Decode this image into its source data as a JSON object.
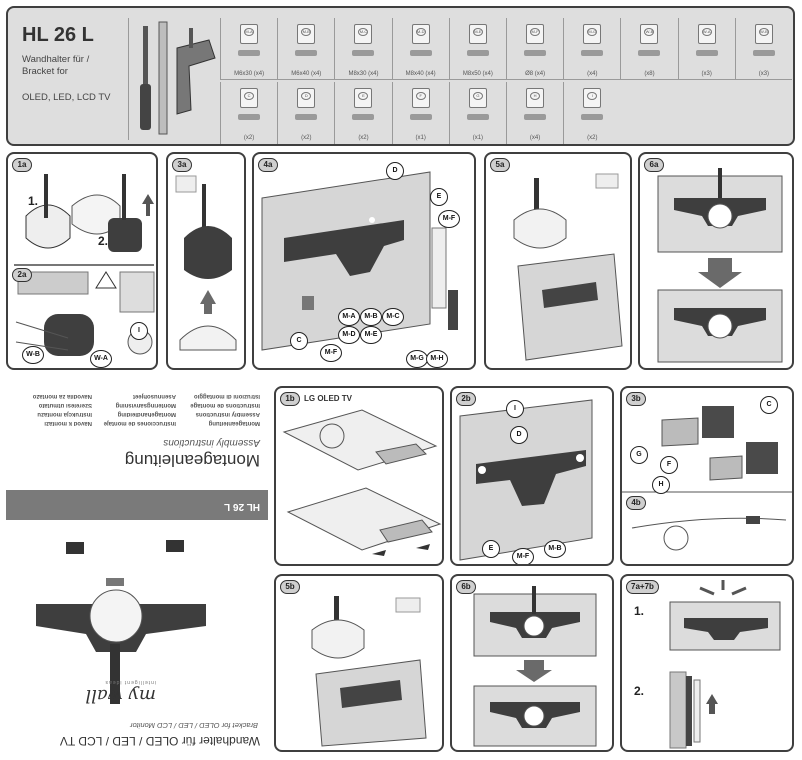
{
  "header": {
    "model": "HL 26 L",
    "subtitle_de": "Wandhalter für /",
    "subtitle_en": "Bracket for",
    "tv_types": "OLED, LED, LCD TV",
    "parts_top": [
      {
        "code": "M-A",
        "spec": "M6x30 (x4)"
      },
      {
        "code": "M-B",
        "spec": "M6x40 (x4)"
      },
      {
        "code": "M-C",
        "spec": "M8x30 (x4)"
      },
      {
        "code": "M-D",
        "spec": "M8x40 (x4)"
      },
      {
        "code": "M-E",
        "spec": "M8x50 (x4)"
      },
      {
        "code": "M-F",
        "spec": "Ø8 (x4)"
      },
      {
        "code": "M-G",
        "spec": "(x4)"
      },
      {
        "code": "W-B",
        "spec": "(x8)"
      },
      {
        "code": "W-A",
        "spec": "(x3)"
      },
      {
        "code": "W-B",
        "spec": "(x3)"
      }
    ],
    "parts_bottom": [
      {
        "code": "C",
        "spec": "(x2)"
      },
      {
        "code": "D",
        "spec": "(x2)"
      },
      {
        "code": "E",
        "spec": "(x2)"
      },
      {
        "code": "F",
        "spec": "(x1)"
      },
      {
        "code": "G",
        "spec": "(x1)"
      },
      {
        "code": "H",
        "spec": "(x4)"
      },
      {
        "code": "I",
        "spec": "(x2)"
      }
    ]
  },
  "steps": {
    "s1a": {
      "badge": "1a",
      "n1": "1.",
      "n2": "2."
    },
    "s2a": {
      "badge": "2a",
      "l1": "W-B",
      "l2": "W-A",
      "l3": "I"
    },
    "s3a": {
      "badge": "3a"
    },
    "s4a": {
      "badge": "4a",
      "labels": [
        "D",
        "E",
        "M-F",
        "M-A",
        "M-B",
        "M-C",
        "M-D",
        "M-E",
        "C",
        "M-F",
        "M-G",
        "M-H"
      ]
    },
    "s5a": {
      "badge": "5a"
    },
    "s6a": {
      "badge": "6a"
    },
    "s1b": {
      "badge": "1b",
      "title": "LG OLED TV"
    },
    "s2b": {
      "badge": "2b",
      "labels": [
        "I",
        "D",
        "E",
        "M-F",
        "M-B"
      ]
    },
    "s3b": {
      "badge": "3b",
      "labels": [
        "C",
        "G",
        "F",
        "H"
      ]
    },
    "s4b": {
      "badge": "4b"
    },
    "s5b": {
      "badge": "5b"
    },
    "s6b": {
      "badge": "6b"
    },
    "s7": {
      "badge": "7a+7b",
      "n1": "1.",
      "n2": "2."
    }
  },
  "cover": {
    "title": "Wandhalter für OLED / LED / LCD TV",
    "subtitle": "Bracket for OLED / LED / LCD Monitor",
    "model": "HL 26 L",
    "heading_de": "Montageanleitung",
    "heading_en": "Assembly instructions",
    "brand": "my wall",
    "brand_tag": "intelligent ideas",
    "languages": [
      "Montageanleitung",
      "Assembly instructions",
      "Instructions de montage",
      "Istruzioni di montaggio",
      "Instrucciones de montaje",
      "Montagehandleiding",
      "Monteringsanvisning",
      "Asennusohjeet",
      "Návod k montáži",
      "Instrukcja montażu",
      "Szerelési útmutató",
      "Navodila za montažo"
    ]
  }
}
